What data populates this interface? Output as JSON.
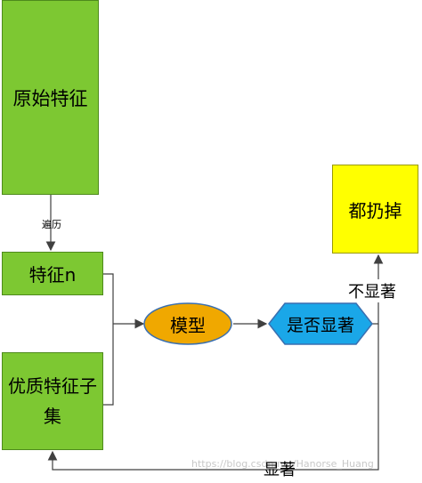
{
  "nodes": {
    "raw_features": "原始特征",
    "feature_n": "特征n",
    "quality_subset": "优质特征子集",
    "model": "模型",
    "significant_check": "是否显著",
    "discard": "都扔掉"
  },
  "edges": {
    "traverse": "遍历",
    "not_significant": "不显著",
    "significant": "显著"
  },
  "watermark": "https://blog.csdn.net/Hanorse_Huang",
  "colors": {
    "green": "#7dc832",
    "orange": "#f0a800",
    "blue": "#1aa7e8",
    "yellow": "#ffff00"
  }
}
